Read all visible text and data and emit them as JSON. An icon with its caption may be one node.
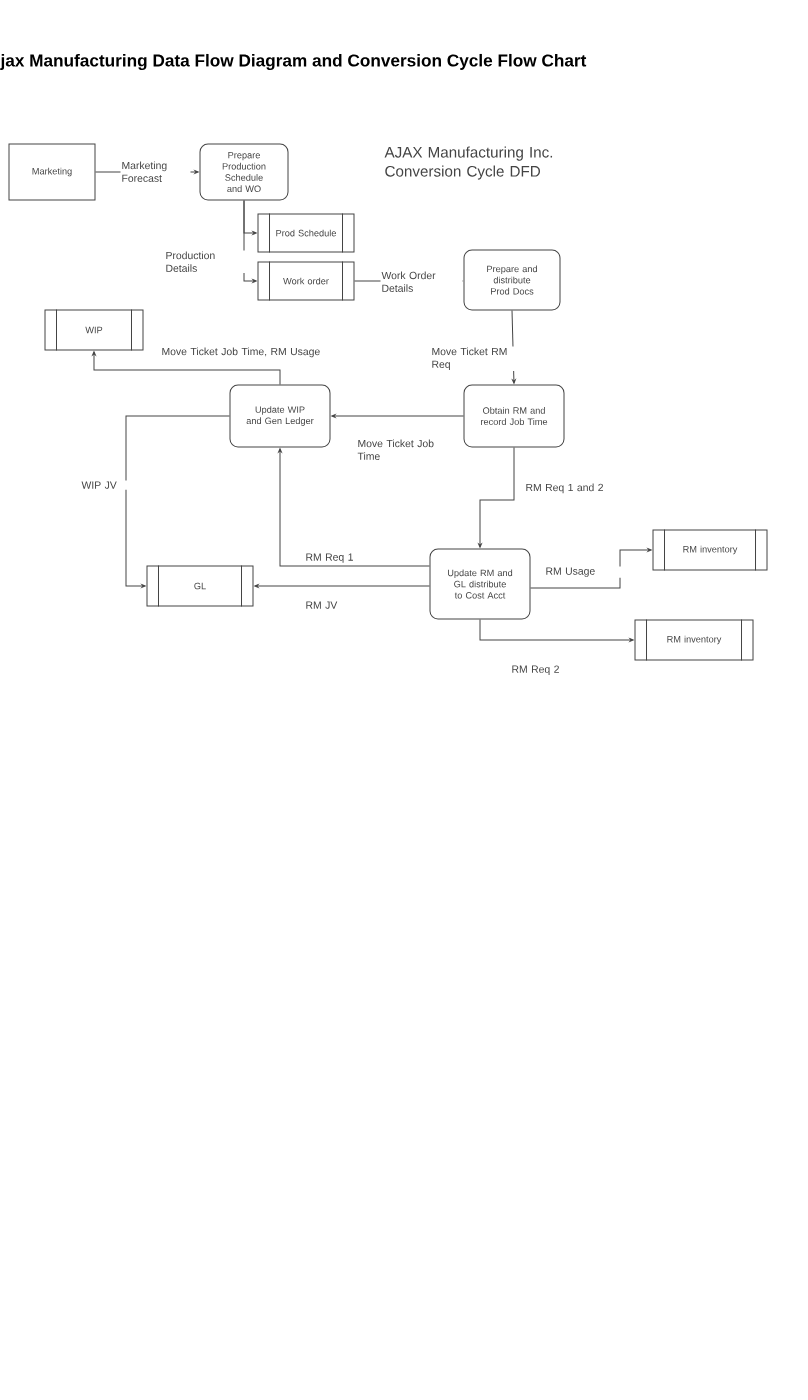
{
  "diagram": {
    "title": "jax Manufacturing Data Flow Diagram and Conversion Cycle Flow Chart",
    "nodes": [
      {
        "text": [
          "Marketing"
        ]
      },
      {
        "text": [
          "Prepare Production Schedule and WO"
        ]
      },
      {
        "text": [
          "Prod Schedule"
        ]
      },
      {
        "text": [
          "Work order"
        ]
      },
      {
        "text": [
          "Prepare and distribute Prod Docs"
        ]
      },
      {
        "text": [
          "WIP"
        ]
      },
      {
        "text": [
          "Update WIP and Gen Ledger"
        ]
      },
      {
        "text": [
          "Obtain RM and record Job Time"
        ]
      },
      {
        "text": [
          "GL"
        ]
      },
      {
        "text": [
          "Update RM and GL distribute to Cost Acct"
        ]
      },
      {
        "text": [
          "RM inventory"
        ]
      },
      {
        "text": [
          "RM inventory"
        ]
      }
    ],
    "edges": [
      {
        "from": 0,
        "to": 1,
        "arrow": "to",
        "label": "Marketing Forecast"
      },
      {
        "from": 1,
        "to": 2,
        "arrow": "to"
      },
      {
        "from": 1,
        "to": 3,
        "arrow": "to",
        "label": "Production Details"
      },
      {
        "from": 3,
        "to": 4,
        "arrow": "to",
        "label": "Work Order Details"
      },
      {
        "from": 4,
        "to": 7,
        "arrow": "to",
        "label": "Move Ticket RM Req"
      },
      {
        "from": 7,
        "to": 6,
        "arrow": "to",
        "label": "Move Ticket Job Time"
      },
      {
        "from": 6,
        "to": 5,
        "arrow": "to",
        "label": "Move Ticket Job Time, RM Usage"
      },
      {
        "from": 6,
        "to": 8,
        "arrow": "to",
        "label": "WIP JV"
      },
      {
        "from": 7,
        "to": 9,
        "arrow": "to",
        "label": "RM Req 1 and 2"
      },
      {
        "from": 9,
        "to": 6,
        "arrow": "to",
        "label": "RM Req 1"
      },
      {
        "from": 9,
        "to": 8,
        "arrow": "to",
        "label": "RM JV"
      },
      {
        "from": 9,
        "to": 10,
        "arrow": "to",
        "label": "RM Usage"
      },
      {
        "from": 9,
        "to": 11,
        "arrow": "to",
        "label": "RM Req 2"
      }
    ],
    "labels": [
      "AJAX Manufacturing Inc. Conversion Cycle DFD"
    ]
  }
}
